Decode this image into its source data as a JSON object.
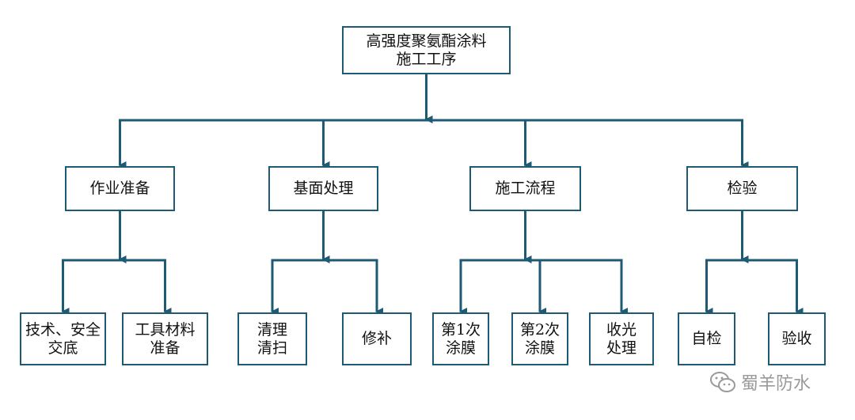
{
  "colors": {
    "line": "#1f5a75",
    "border": "#1f5a75",
    "text": "#111111",
    "watermark": "#9a9a9a"
  },
  "root": {
    "lines": [
      "高强度聚氨酯涂料",
      "施工工序"
    ]
  },
  "categories": [
    {
      "label": "作业准备",
      "children": [
        {
          "lines": [
            "技术、安全",
            "交底"
          ]
        },
        {
          "lines": [
            "工具材料",
            "准备"
          ]
        }
      ]
    },
    {
      "label": "基面处理",
      "children": [
        {
          "lines": [
            "清理",
            "清扫"
          ]
        },
        {
          "lines": [
            "修补"
          ]
        }
      ]
    },
    {
      "label": "施工流程",
      "children": [
        {
          "lines": [
            "第1次",
            "涂膜"
          ]
        },
        {
          "lines": [
            "第2次",
            "涂膜"
          ]
        },
        {
          "lines": [
            "收光",
            "处理"
          ]
        }
      ]
    },
    {
      "label": "检验",
      "children": [
        {
          "lines": [
            "自检"
          ]
        },
        {
          "lines": [
            "验收"
          ]
        }
      ]
    }
  ],
  "watermark": {
    "text": "蜀羊防水",
    "icon": "wechat-icon"
  }
}
